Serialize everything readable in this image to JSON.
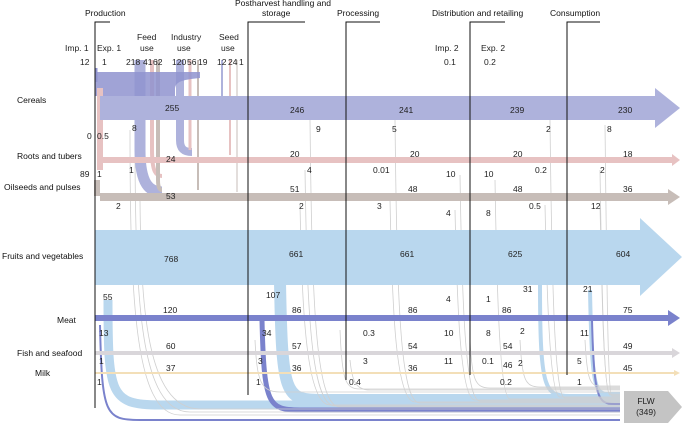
{
  "stages": {
    "production": "Production",
    "postharvest": "Postharvest handling and storage",
    "processing": "Processing",
    "distribution": "Distribution and retailing",
    "consumption": "Consumption"
  },
  "top_labels": {
    "imp1": "Imp. 1",
    "exp1": "Exp. 1",
    "feed_use": "Feed\nuse",
    "industry_use": "Industry\nuse",
    "seed_use": "Seed\nuse",
    "imp2": "Imp. 2",
    "exp2": "Exp. 2"
  },
  "top_values": {
    "imp1": "12",
    "exp1": "1",
    "feed": [
      "218",
      "41",
      "62"
    ],
    "industry": [
      "120",
      "56",
      "19"
    ],
    "seed": [
      "12",
      "24",
      "1"
    ],
    "imp2": "0.1",
    "exp2": "0.2"
  },
  "categories": {
    "cereals": "Cereals",
    "roots": "Roots and tubers",
    "oilseeds": "Oilseeds and pulses",
    "fruits": "Fruits and vegetables",
    "meat": "Meat",
    "fish": "Fish and seafood",
    "milk": "Milk"
  },
  "flw_label": "FLW",
  "flw_value": "(349)",
  "colors": {
    "cereals": "#aeb2dc",
    "cereals_dark": "#8f93cf",
    "roots": "#e7c2c2",
    "oilseeds": "#c7bdb8",
    "fruits": "#b9d7ee",
    "meat": "#7a82cc",
    "fish": "#d9d6da",
    "milk": "#f3dfb8",
    "flw": "#c4c4c4"
  },
  "values": {
    "cereals": [
      "255",
      "246",
      "241",
      "239",
      "230"
    ],
    "cereals_loss": [
      "9",
      "5",
      "2",
      "8"
    ],
    "cereals_side": [
      "0",
      "0.5",
      "8"
    ],
    "roots": [
      "24",
      "20",
      "20",
      "20",
      "18"
    ],
    "roots_loss": [
      "4",
      "0.01",
      "10",
      "10",
      "0.2",
      "2"
    ],
    "roots_side": [
      "89",
      "1",
      "1"
    ],
    "oilseeds": [
      "53",
      "51",
      "48",
      "48",
      "36"
    ],
    "oilseeds_loss": [
      "2",
      "2",
      "3",
      "4",
      "8",
      "0.5",
      "12"
    ],
    "fruits": [
      "768",
      "661",
      "661",
      "625",
      "604"
    ],
    "fruits_loss": [
      "55",
      "107",
      "4",
      "1",
      "31",
      "21"
    ],
    "meat": [
      "120",
      "86",
      "86",
      "86",
      "75"
    ],
    "meat_loss": [
      "13",
      "34",
      "0.3",
      "10",
      "8",
      "2",
      "11"
    ],
    "fish": [
      "60",
      "57",
      "54",
      "54",
      "49"
    ],
    "fish_loss": [
      "1",
      "3",
      "3",
      "11",
      "0.1",
      "46",
      "2",
      "5"
    ],
    "milk": [
      "37",
      "36",
      "36",
      "45"
    ],
    "milk_loss": [
      "1",
      "1",
      "0.4",
      "0.2",
      "1"
    ]
  }
}
